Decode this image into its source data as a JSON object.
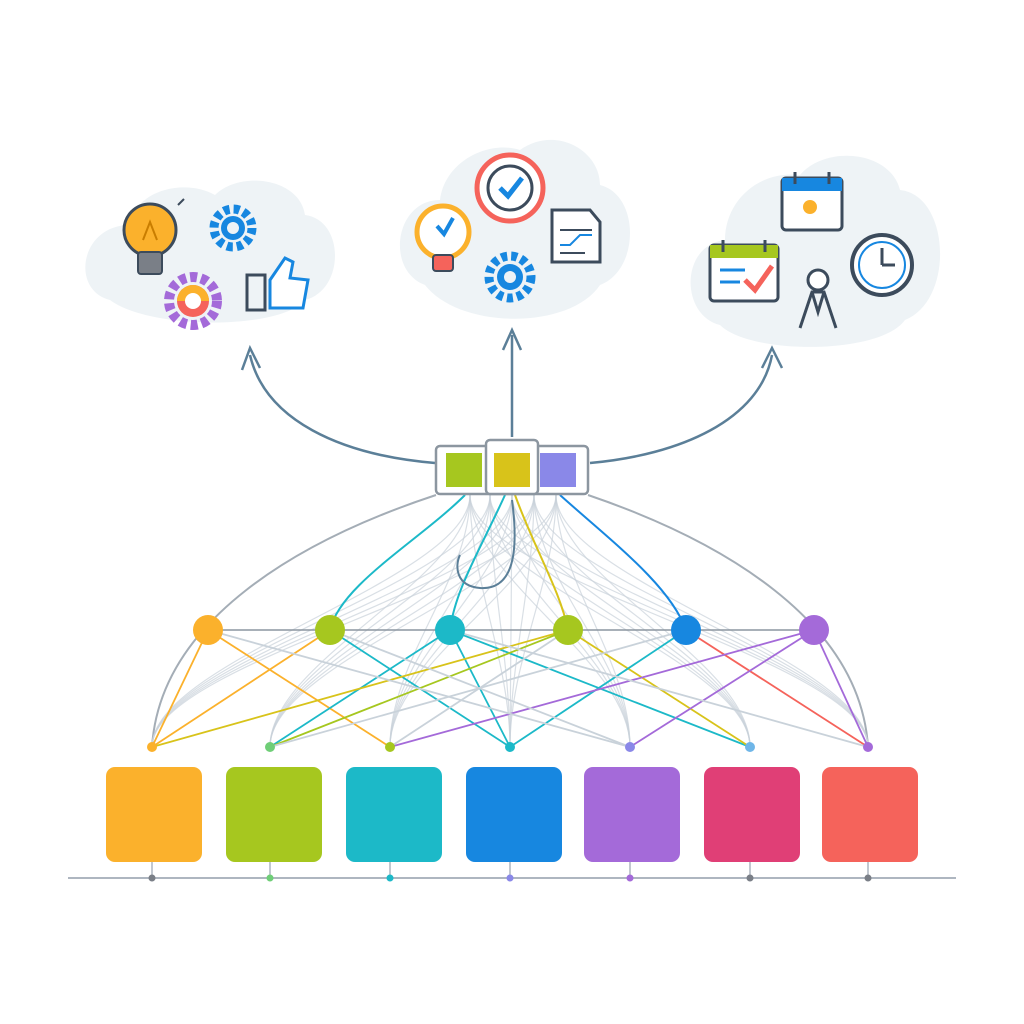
{
  "diagram": {
    "clouds": [
      {
        "name": "ideas-cloud",
        "icons": [
          "lightbulb-icon",
          "gear-icon",
          "colorful-gear-icon",
          "thumbs-up-icon"
        ]
      },
      {
        "name": "tasks-cloud",
        "icons": [
          "target-icon",
          "lightbulb-check-icon",
          "gear-icon",
          "document-icon"
        ]
      },
      {
        "name": "schedule-cloud",
        "icons": [
          "calendar-icon",
          "calendar-check-icon",
          "clock-icon",
          "person-icon"
        ]
      }
    ],
    "hub": {
      "name": "hub-connector",
      "cells": [
        "#a6c71f",
        "#d8c31a",
        "#8a88e8"
      ]
    },
    "colors": {
      "orange": "#fbb12c",
      "lime": "#a6c71f",
      "teal": "#1cb9c8",
      "blue": "#1787e0",
      "purple": "#a46ad9",
      "pink": "#e03f76",
      "coral": "#f5635b",
      "line": "#5b7f98",
      "cloud": "#eef3f6"
    },
    "top_nodes": [
      "#fbb12c",
      "#a6c71f",
      "#1cb9c8",
      "#a6c71f",
      "#1787e0",
      "#a46ad9"
    ],
    "blocks": [
      "#fbb12c",
      "#a6c71f",
      "#1cb9c8",
      "#1787e0",
      "#a46ad9",
      "#e03f76",
      "#f5635b"
    ]
  }
}
